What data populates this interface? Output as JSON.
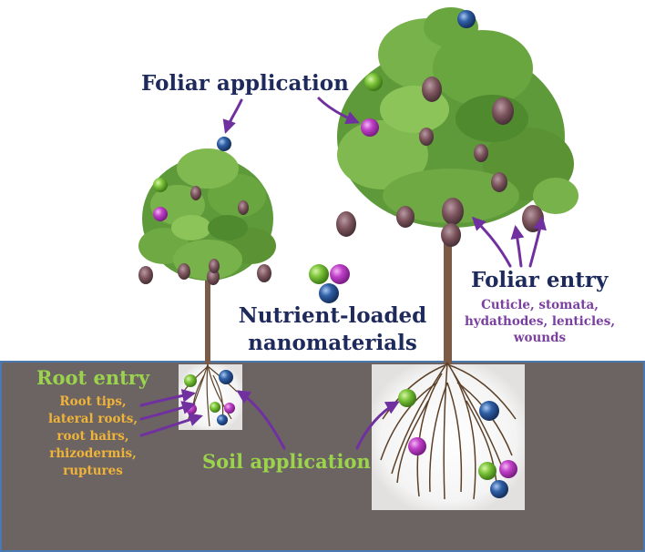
{
  "labels": {
    "foliar_application": "Foliar application",
    "nano_title_line1": "Nutrient-loaded",
    "nano_title_line2": "nanomaterials",
    "foliar_entry": "Foliar entry",
    "foliar_entry_sub": "Cuticle, stomata, hydathodes, lenticles, wounds",
    "root_entry": "Root entry",
    "root_entry_sub_lines": [
      "Root tips,",
      "lateral roots,",
      "root hairs,",
      "rhizodermis,",
      "ruptures"
    ],
    "soil_application": "Soil application"
  },
  "colors": {
    "dark_navy": "#1f2a5c",
    "purple": "#7b3fa0",
    "arrow_purple": "#7030a0",
    "light_green": "#9bd44c",
    "orange": "#f0b33a",
    "soil": "#6b6462",
    "leaf": "#5e9a3a",
    "fig": "#6e4a4f",
    "particle_green": "#7cc43a",
    "particle_magenta": "#c040c8",
    "particle_blue": "#2f5fa6"
  }
}
